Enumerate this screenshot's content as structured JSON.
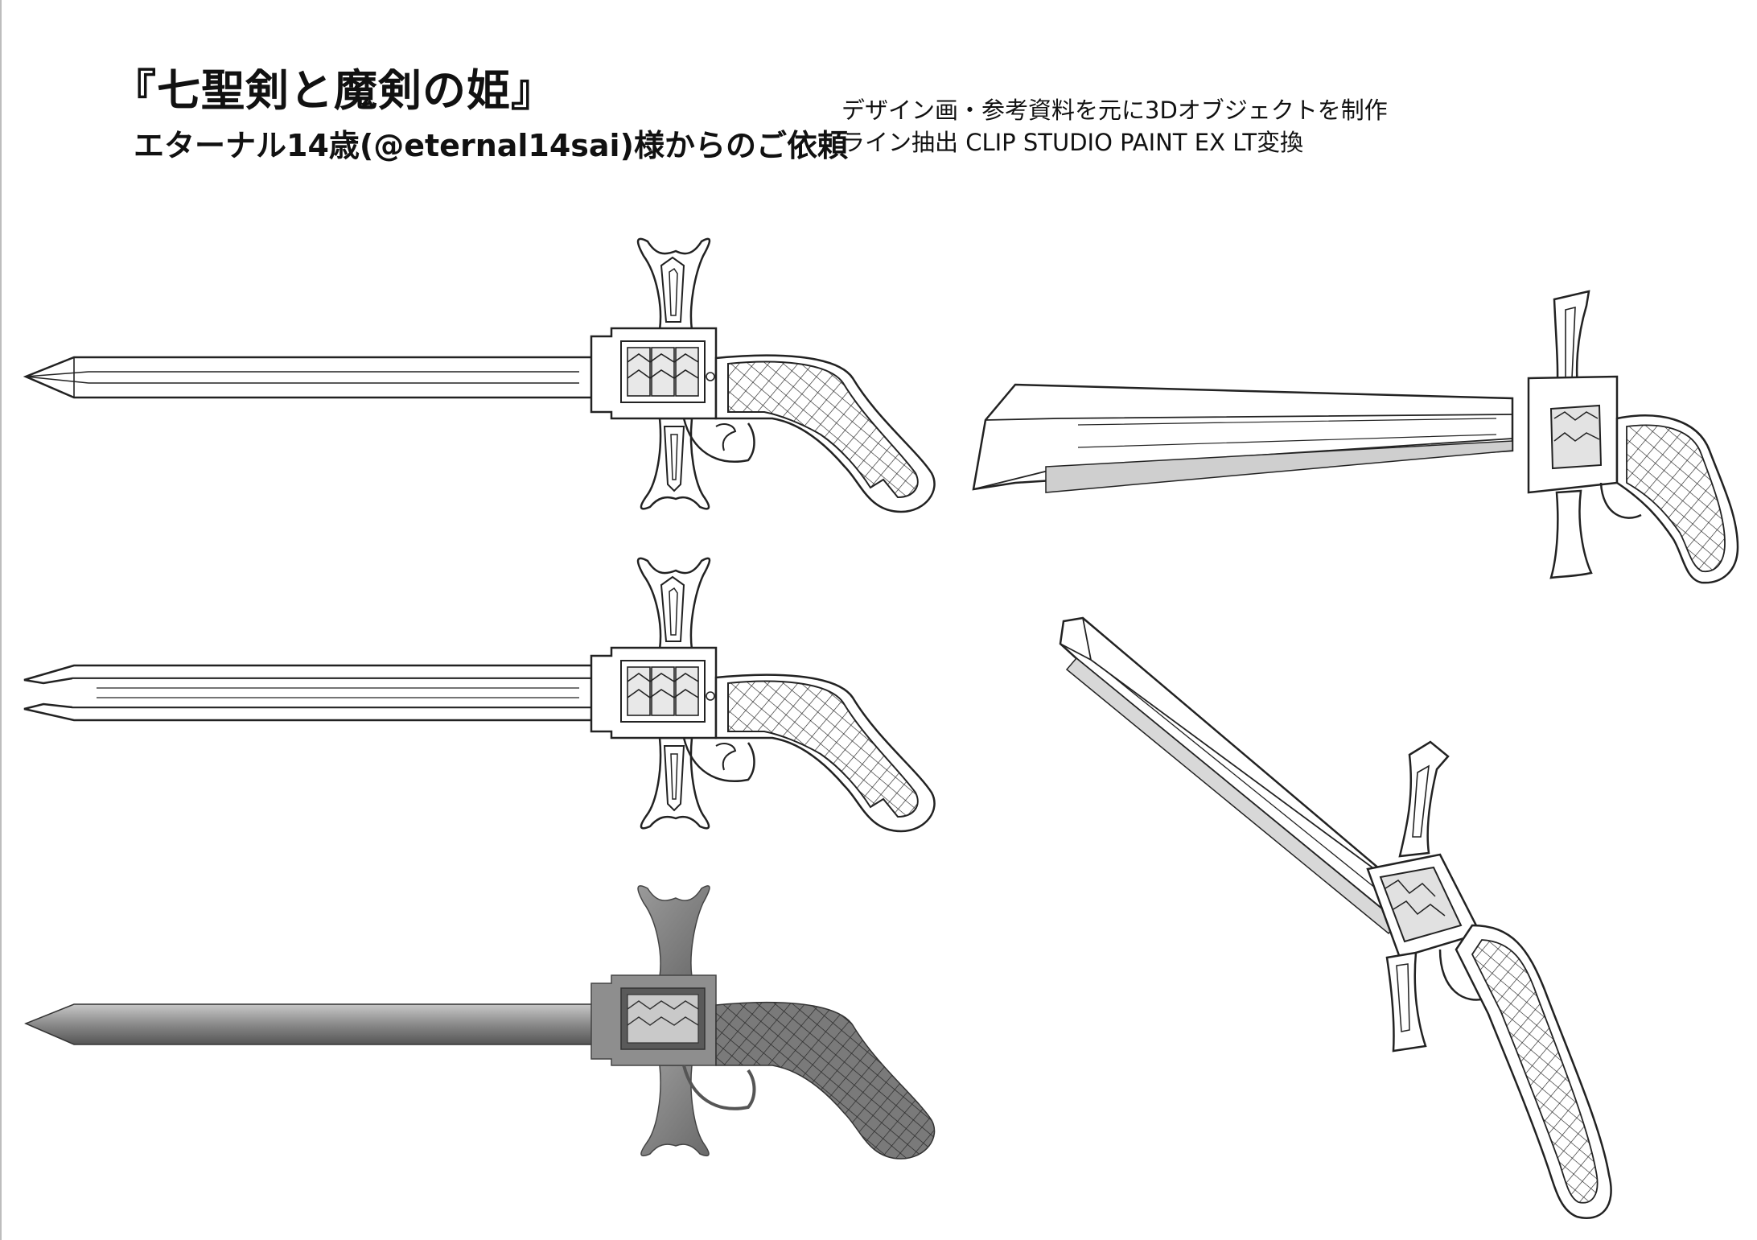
{
  "header": {
    "title": "『七聖剣と魔剣の姫』",
    "subtitle": "エターナル14歳(@eternal14sai)様からのご依頼"
  },
  "description": {
    "line1": "デザイン画・参考資料を元に3Dオブジェクトを制作",
    "line2": "ライン抽出 CLIP STUDIO PAINT EX  LT変換"
  },
  "views": [
    {
      "id": "front-closed",
      "style": "line-art"
    },
    {
      "id": "front-open",
      "style": "line-art"
    },
    {
      "id": "front-shaded",
      "style": "grayscale"
    },
    {
      "id": "perspective-side",
      "style": "line-art"
    },
    {
      "id": "perspective-diagonal",
      "style": "line-art"
    }
  ],
  "colors": {
    "line": "#222222",
    "shade": "#8c8c8c",
    "shade_dark": "#555555",
    "paper": "#ffffff"
  }
}
